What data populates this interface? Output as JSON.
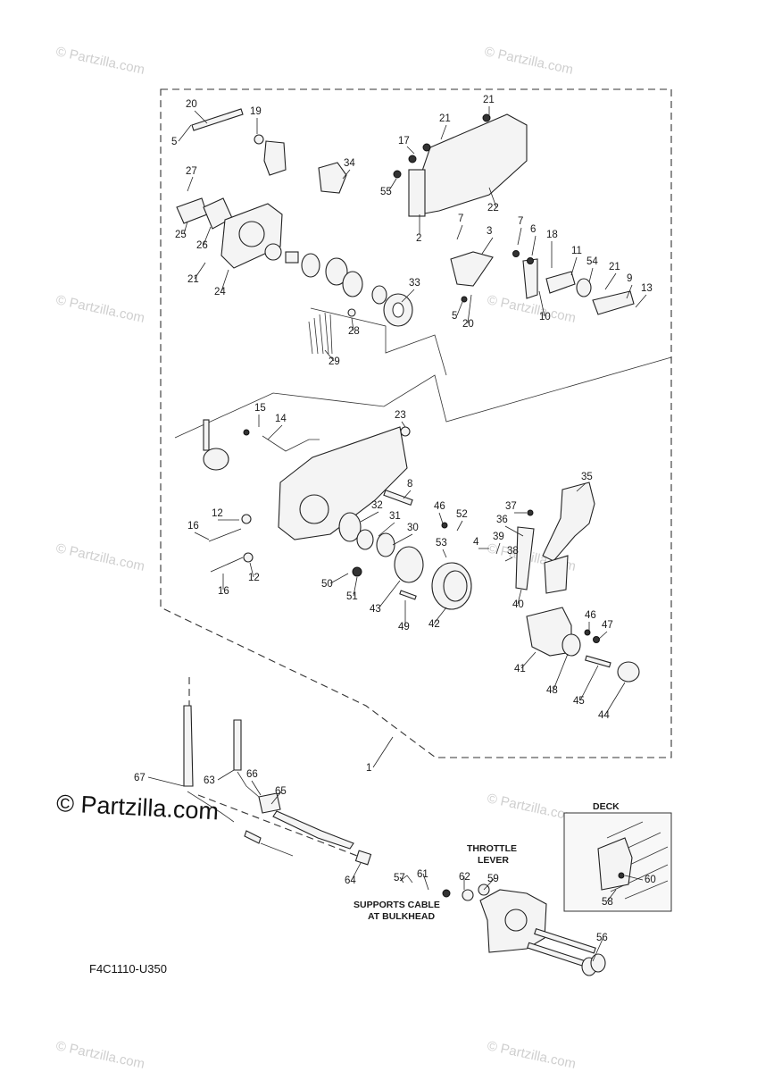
{
  "watermark": "© Partzilla.com",
  "brand_logo": "© Partzilla.com",
  "diagram_code": "F4C1110-U350",
  "notes": {
    "deck": "DECK",
    "throttle_lever": [
      "THROTTLE",
      "LEVER"
    ],
    "supports_cable": [
      "SUPPORTS CABLE",
      "AT BULKHEAD"
    ]
  },
  "callouts": [
    "20",
    "19",
    "5",
    "21",
    "21",
    "17",
    "55",
    "22",
    "2",
    "34",
    "27",
    "25",
    "26",
    "21",
    "24",
    "7",
    "3",
    "7",
    "6",
    "18",
    "11",
    "54",
    "21",
    "9",
    "13",
    "5",
    "20",
    "10",
    "33",
    "28",
    "29",
    "15",
    "14",
    "23",
    "8",
    "35",
    "12",
    "16",
    "46",
    "52",
    "37",
    "36",
    "32",
    "31",
    "30",
    "53",
    "4",
    "39",
    "38",
    "16",
    "12",
    "50",
    "51",
    "43",
    "49",
    "42",
    "40",
    "46",
    "47",
    "41",
    "48",
    "45",
    "44",
    "1",
    "67",
    "63",
    "66",
    "65",
    "64",
    "57",
    "61",
    "62",
    "59",
    "56",
    "58",
    "60"
  ]
}
